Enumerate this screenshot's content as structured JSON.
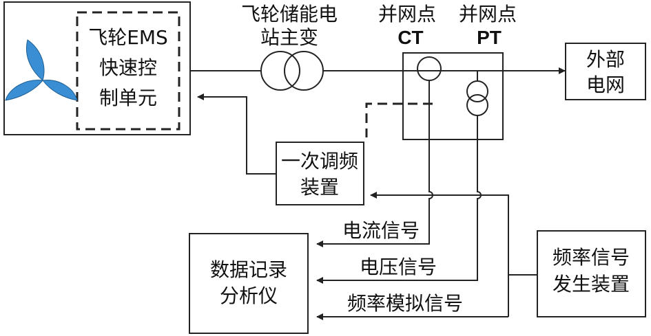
{
  "colors": {
    "line": "#222222",
    "blade": "#3a8fd4",
    "bg": "#ffffff"
  },
  "icons": {
    "turbine": "turbine-blades-icon",
    "transformer": "transformer-icon",
    "ct": "current-transformer-icon",
    "pt": "potential-transformer-icon"
  },
  "labels": {
    "ems": [
      "飞轮EMS",
      "快速控",
      "制单元"
    ],
    "station_transformer": [
      "飞轮储能电",
      "站主变"
    ],
    "ct": [
      "并网点",
      "CT"
    ],
    "pt": [
      "并网点",
      "PT"
    ],
    "external_grid": [
      "外部",
      "电网"
    ],
    "primary_freq": [
      "一次调频",
      "装置"
    ],
    "recorder": [
      "数据记录",
      "分析仪"
    ],
    "signal_generator": [
      "频率信号",
      "发生装置"
    ],
    "current_signal": "电流信号",
    "voltage_signal": "电压信号",
    "freq_analog_signal": "频率模拟信号"
  }
}
